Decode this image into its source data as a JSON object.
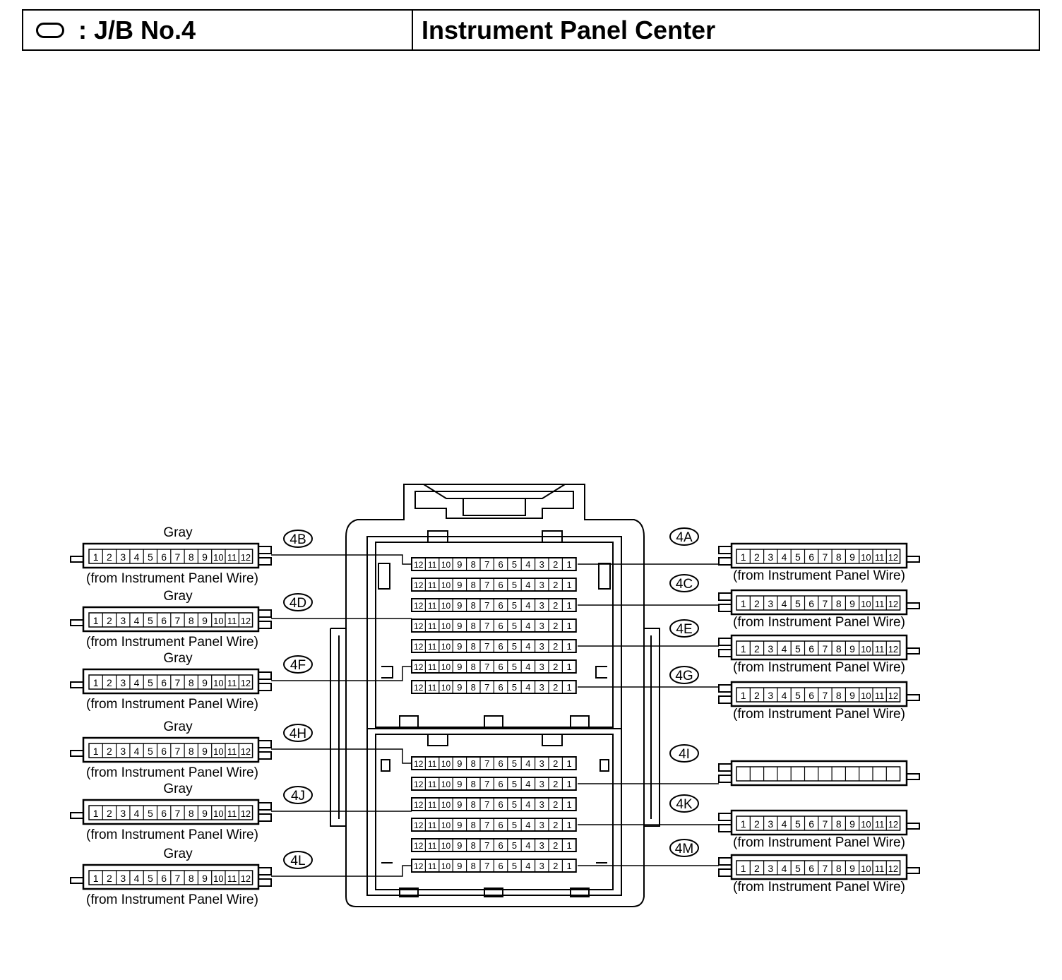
{
  "header": {
    "symbol_icon": "oval-outline-icon",
    "label": ": J/B No.4",
    "title": "Instrument Panel Center"
  },
  "pin_numbers": [
    "1",
    "2",
    "3",
    "4",
    "5",
    "6",
    "7",
    "8",
    "9",
    "10",
    "11",
    "12"
  ],
  "jb_pin_order": [
    "12",
    "11",
    "10",
    "9",
    "8",
    "7",
    "6",
    "5",
    "4",
    "3",
    "2",
    "1"
  ],
  "left_connectors": [
    {
      "id": "4B",
      "color": "Gray",
      "note": "(from Instrument Panel Wire)"
    },
    {
      "id": "4D",
      "color": "Gray",
      "note": "(from Instrument Panel Wire)"
    },
    {
      "id": "4F",
      "color": "Gray",
      "note": "(from Instrument Panel Wire)"
    },
    {
      "id": "4H",
      "color": "Gray",
      "note": "(from Instrument Panel Wire)"
    },
    {
      "id": "4J",
      "color": "Gray",
      "note": "(from Instrument Panel Wire)"
    },
    {
      "id": "4L",
      "color": "Gray",
      "note": "(from Instrument Panel Wire)"
    }
  ],
  "right_connectors": [
    {
      "id": "4A",
      "note": "(from Instrument Panel Wire)",
      "numbered": true
    },
    {
      "id": "4C",
      "note": "(from Instrument Panel Wire)",
      "numbered": true
    },
    {
      "id": "4E",
      "note": "(from Instrument Panel Wire)",
      "numbered": true
    },
    {
      "id": "4G",
      "note": "(from Instrument Panel Wire)",
      "numbered": true
    },
    {
      "id": "4I",
      "note": "",
      "numbered": false
    },
    {
      "id": "4K",
      "note": "(from Instrument Panel Wire)",
      "numbered": true
    },
    {
      "id": "4M",
      "note": "(from Instrument Panel Wire)",
      "numbered": true
    }
  ]
}
